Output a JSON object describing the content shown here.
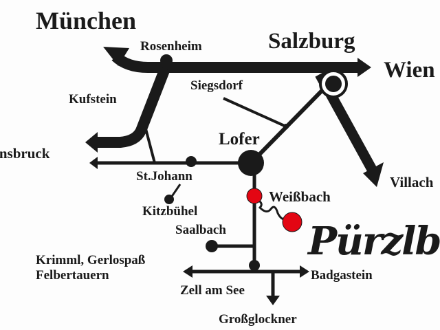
{
  "cities": {
    "muenchen": "München",
    "rosenheim": "Rosenheim",
    "salzburg": "Salzburg",
    "wien": "Wien",
    "kufstein": "Kufstein",
    "siegsdorf": "Siegsdorf",
    "innsbruck": "Innsbruck",
    "lofer": "Lofer",
    "villach": "Villach",
    "st_johann": "St.Johann",
    "weissbach": "Weißbach",
    "kitzbuehel": "Kitzbühel",
    "saalbach": "Saalbach",
    "krimml_line1": "Krimml, Gerlospaß",
    "krimml_line2": "Felbertauern",
    "badgastein": "Badgastein",
    "zell_am_see": "Zell am See",
    "grossglockner": "Großglockner"
  },
  "destination": "Pürzlbach",
  "colors": {
    "road": "#1a1a1a",
    "marker": "#e30613"
  }
}
